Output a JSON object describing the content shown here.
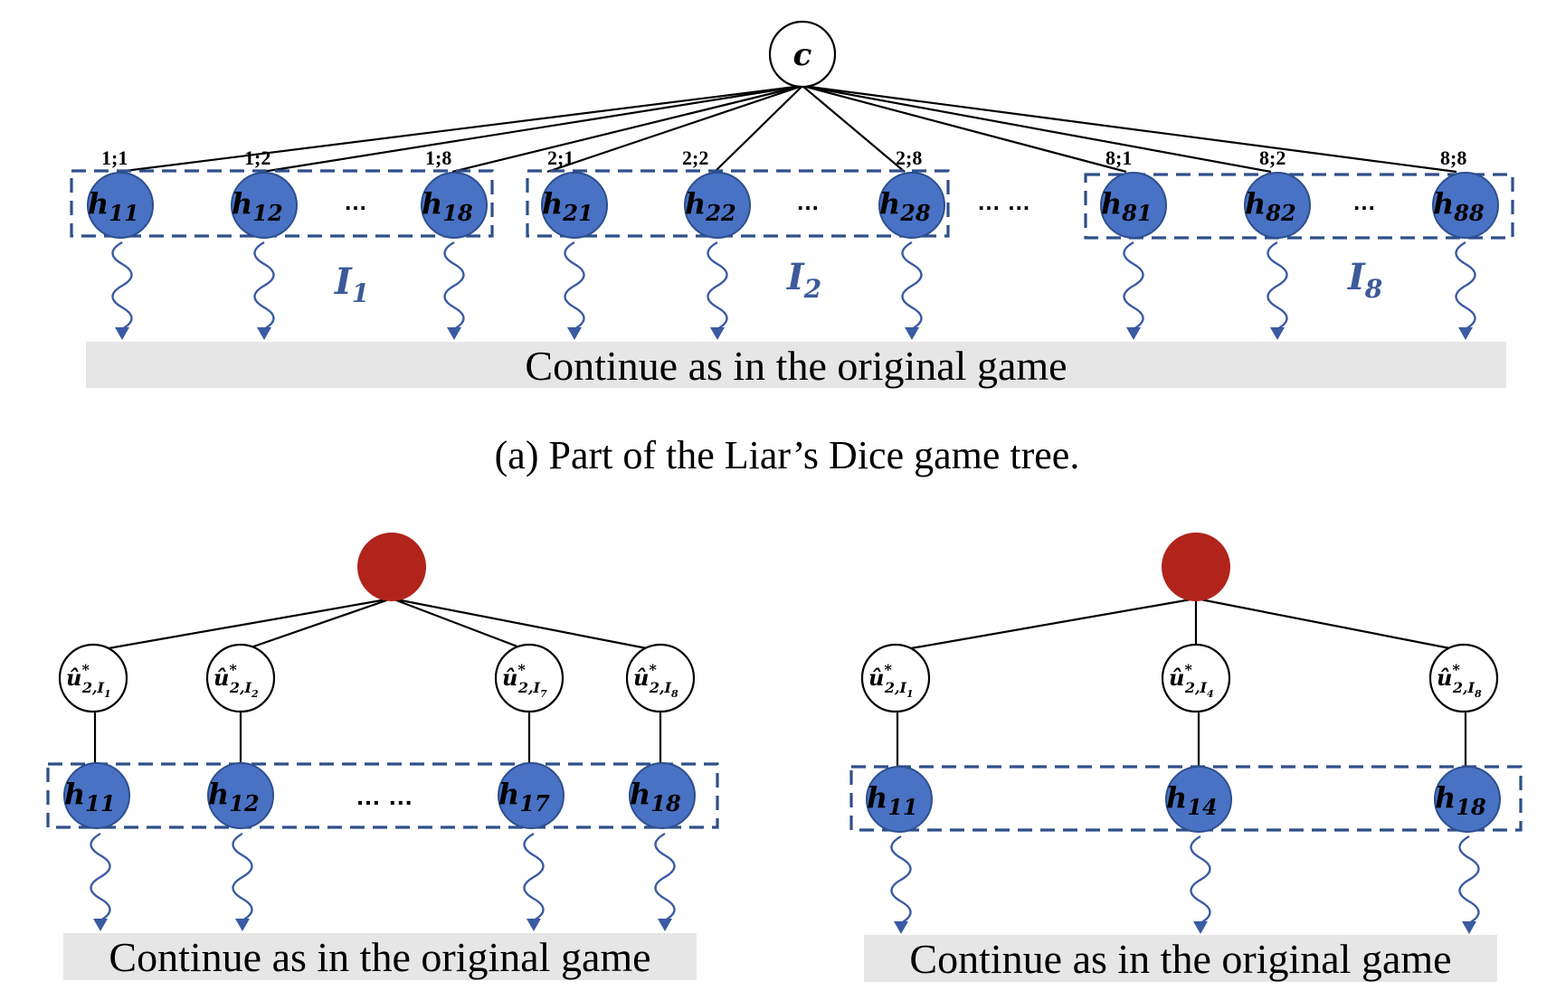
{
  "tree_a": {
    "root_label": "c",
    "edge_labels": [
      "1;1",
      "1;2",
      "1;8",
      "2;1",
      "2;2",
      "2;8",
      "8;1",
      "8;2",
      "8;8"
    ],
    "nodes": [
      {
        "base": "h",
        "sub": "11"
      },
      {
        "base": "h",
        "sub": "12"
      },
      {
        "base": "h",
        "sub": "18"
      },
      {
        "base": "h",
        "sub": "21"
      },
      {
        "base": "h",
        "sub": "22"
      },
      {
        "base": "h",
        "sub": "28"
      },
      {
        "base": "h",
        "sub": "81"
      },
      {
        "base": "h",
        "sub": "82"
      },
      {
        "base": "h",
        "sub": "88"
      }
    ],
    "sets": [
      {
        "base": "I",
        "sub": "1"
      },
      {
        "base": "I",
        "sub": "2"
      },
      {
        "base": "I",
        "sub": "8"
      }
    ],
    "ellipsis_short": "…",
    "ellipsis_long": "… …",
    "band_text": "Continue as in the original game",
    "caption": "(a)  Part of the Liar’s Dice game tree."
  },
  "tree_b": {
    "u_nodes": [
      {
        "base": "û",
        "sup": "*",
        "sub": "2,",
        "subsub": "I",
        "subsubsub": "1"
      },
      {
        "base": "û",
        "sup": "*",
        "sub": "2,",
        "subsub": "I",
        "subsubsub": "2"
      },
      {
        "base": "û",
        "sup": "*",
        "sub": "2,",
        "subsub": "I",
        "subsubsub": "7"
      },
      {
        "base": "û",
        "sup": "*",
        "sub": "2,",
        "subsub": "I",
        "subsubsub": "8"
      }
    ],
    "nodes": [
      {
        "base": "h",
        "sub": "11"
      },
      {
        "base": "h",
        "sub": "12"
      },
      {
        "base": "h",
        "sub": "17"
      },
      {
        "base": "h",
        "sub": "18"
      }
    ],
    "ellipsis": "… …",
    "band_text": "Continue as in the original game"
  },
  "tree_c": {
    "u_nodes": [
      {
        "base": "û",
        "sup": "*",
        "sub": "2,",
        "subsub": "I",
        "subsubsub": "1"
      },
      {
        "base": "û",
        "sup": "*",
        "sub": "2,",
        "subsub": "I",
        "subsubsub": "4"
      },
      {
        "base": "û",
        "sup": "*",
        "sub": "2,",
        "subsub": "I",
        "subsubsub": "8"
      }
    ],
    "nodes": [
      {
        "base": "h",
        "sub": "11"
      },
      {
        "base": "h",
        "sub": "14"
      },
      {
        "base": "h",
        "sub": "18"
      }
    ],
    "band_text": "Continue as in the original game"
  },
  "colors": {
    "player_node": "#4a72c4",
    "opponent_root": "#b0241b",
    "info_set_border": "#2f4f8a",
    "band": "#e6e6e6"
  }
}
